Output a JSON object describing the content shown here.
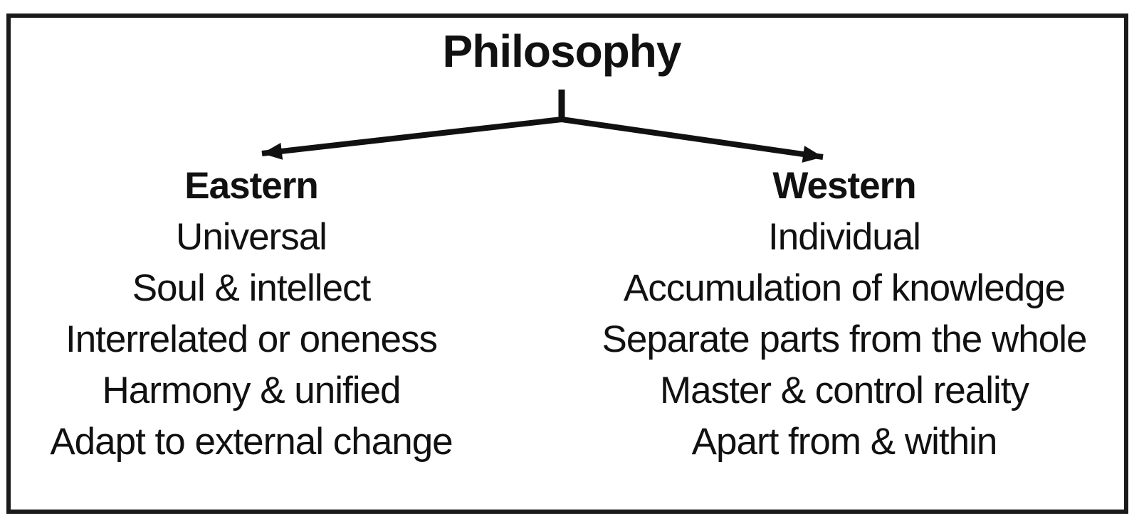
{
  "diagram": {
    "title": "Philosophy",
    "eastern": {
      "label": "Eastern",
      "items": [
        "Universal",
        "Soul & intellect",
        "Interrelated or oneness",
        "Harmony & unified",
        "Adapt to external change"
      ]
    },
    "western": {
      "label": "Western",
      "items": [
        "Individual",
        "Accumulation of knowledge",
        "Separate parts from the whole",
        "Master & control reality",
        "Apart from & within"
      ]
    },
    "colors": {
      "ink": "#111111",
      "border": "#1a1a1a",
      "background": "#ffffff"
    }
  }
}
